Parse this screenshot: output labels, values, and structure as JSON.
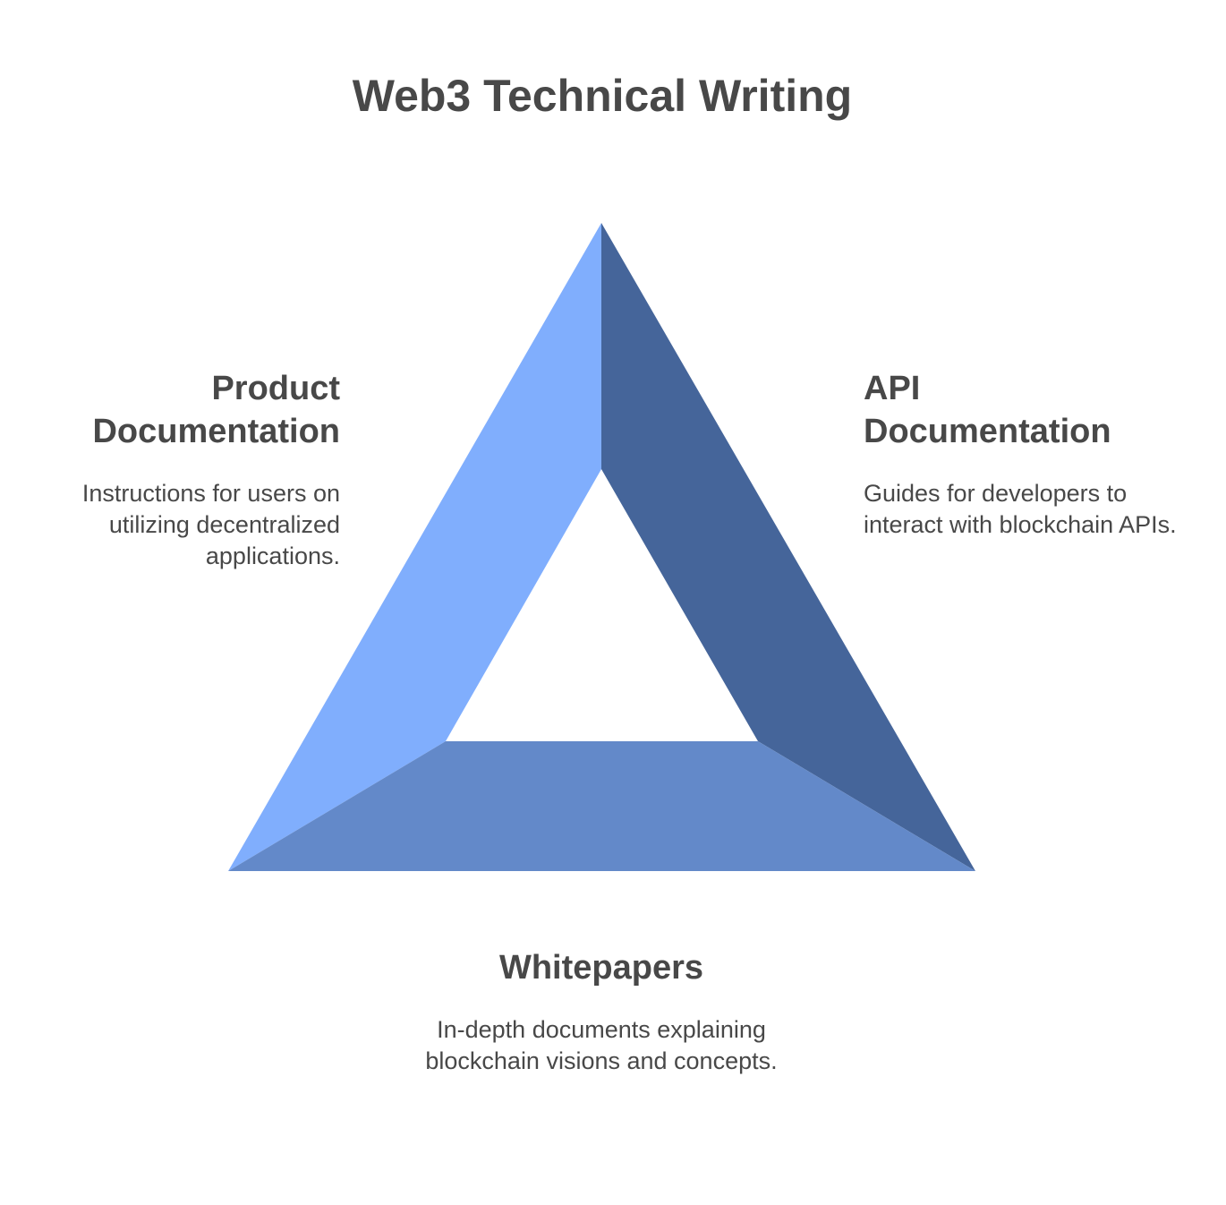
{
  "title": "Web3 Technical Writing",
  "colors": {
    "left_segment": "#80AEFD",
    "right_segment": "#45659A",
    "bottom_segment": "#6389C9",
    "text": "#484848"
  },
  "segments": {
    "left": {
      "heading": "Product Documentation",
      "heading_lines": [
        "Product",
        "Documentation"
      ],
      "description": "Instructions for users on utilizing decentralized applications."
    },
    "right": {
      "heading": "API Documentation",
      "heading_lines": [
        "API",
        "Documentation"
      ],
      "description": "Guides for developers to interact with blockchain APIs."
    },
    "bottom": {
      "heading": "Whitepapers",
      "description": "In-depth documents explaining blockchain visions and concepts."
    }
  }
}
